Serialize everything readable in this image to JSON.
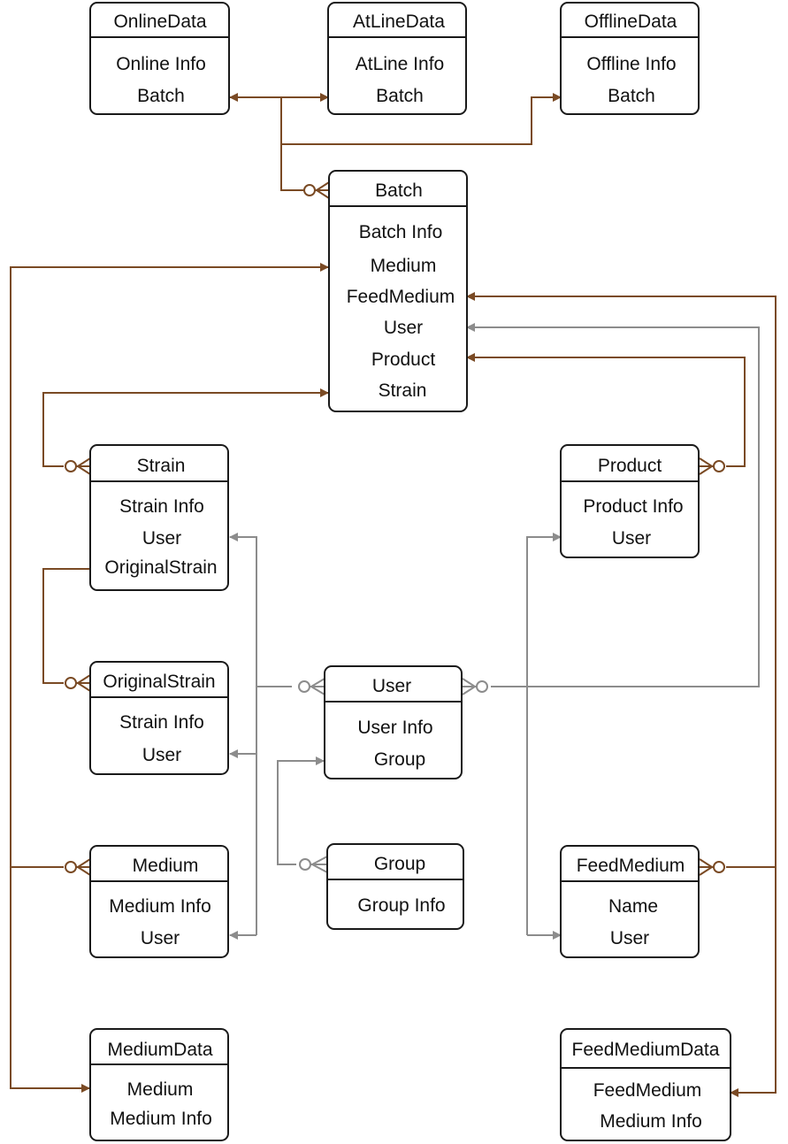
{
  "entities": {
    "online_data": {
      "title": "OnlineData",
      "fields": [
        "Online Info",
        "Batch"
      ]
    },
    "atline_data": {
      "title": "AtLineData",
      "fields": [
        "AtLine Info",
        "Batch"
      ]
    },
    "offline_data": {
      "title": "OfflineData",
      "fields": [
        "Offline Info",
        "Batch"
      ]
    },
    "batch": {
      "title": "Batch",
      "fields": [
        "Batch Info",
        "Medium",
        "FeedMedium",
        "User",
        "Product",
        "Strain"
      ]
    },
    "strain": {
      "title": "Strain",
      "fields": [
        "Strain Info",
        "User",
        "OriginalStrain"
      ]
    },
    "product": {
      "title": "Product",
      "fields": [
        "Product Info",
        "User"
      ]
    },
    "original_strain": {
      "title": "OriginalStrain",
      "fields": [
        "Strain Info",
        "User"
      ]
    },
    "user": {
      "title": "User",
      "fields": [
        "User Info",
        "Group"
      ]
    },
    "medium": {
      "title": "Medium",
      "fields": [
        "Medium Info",
        "User"
      ]
    },
    "group": {
      "title": "Group",
      "fields": [
        "Group Info"
      ]
    },
    "feed_medium": {
      "title": "FeedMedium",
      "fields": [
        "Name",
        "User"
      ]
    },
    "medium_data": {
      "title": "MediumData",
      "fields": [
        "Medium",
        "Medium Info"
      ]
    },
    "feed_medium_data": {
      "title": "FeedMediumData",
      "fields": [
        "FeedMedium",
        "Medium Info"
      ]
    }
  },
  "colors": {
    "relation_primary": "#7a4a24",
    "relation_user": "#8c8c8c",
    "box_stroke": "#1a1a1a"
  }
}
